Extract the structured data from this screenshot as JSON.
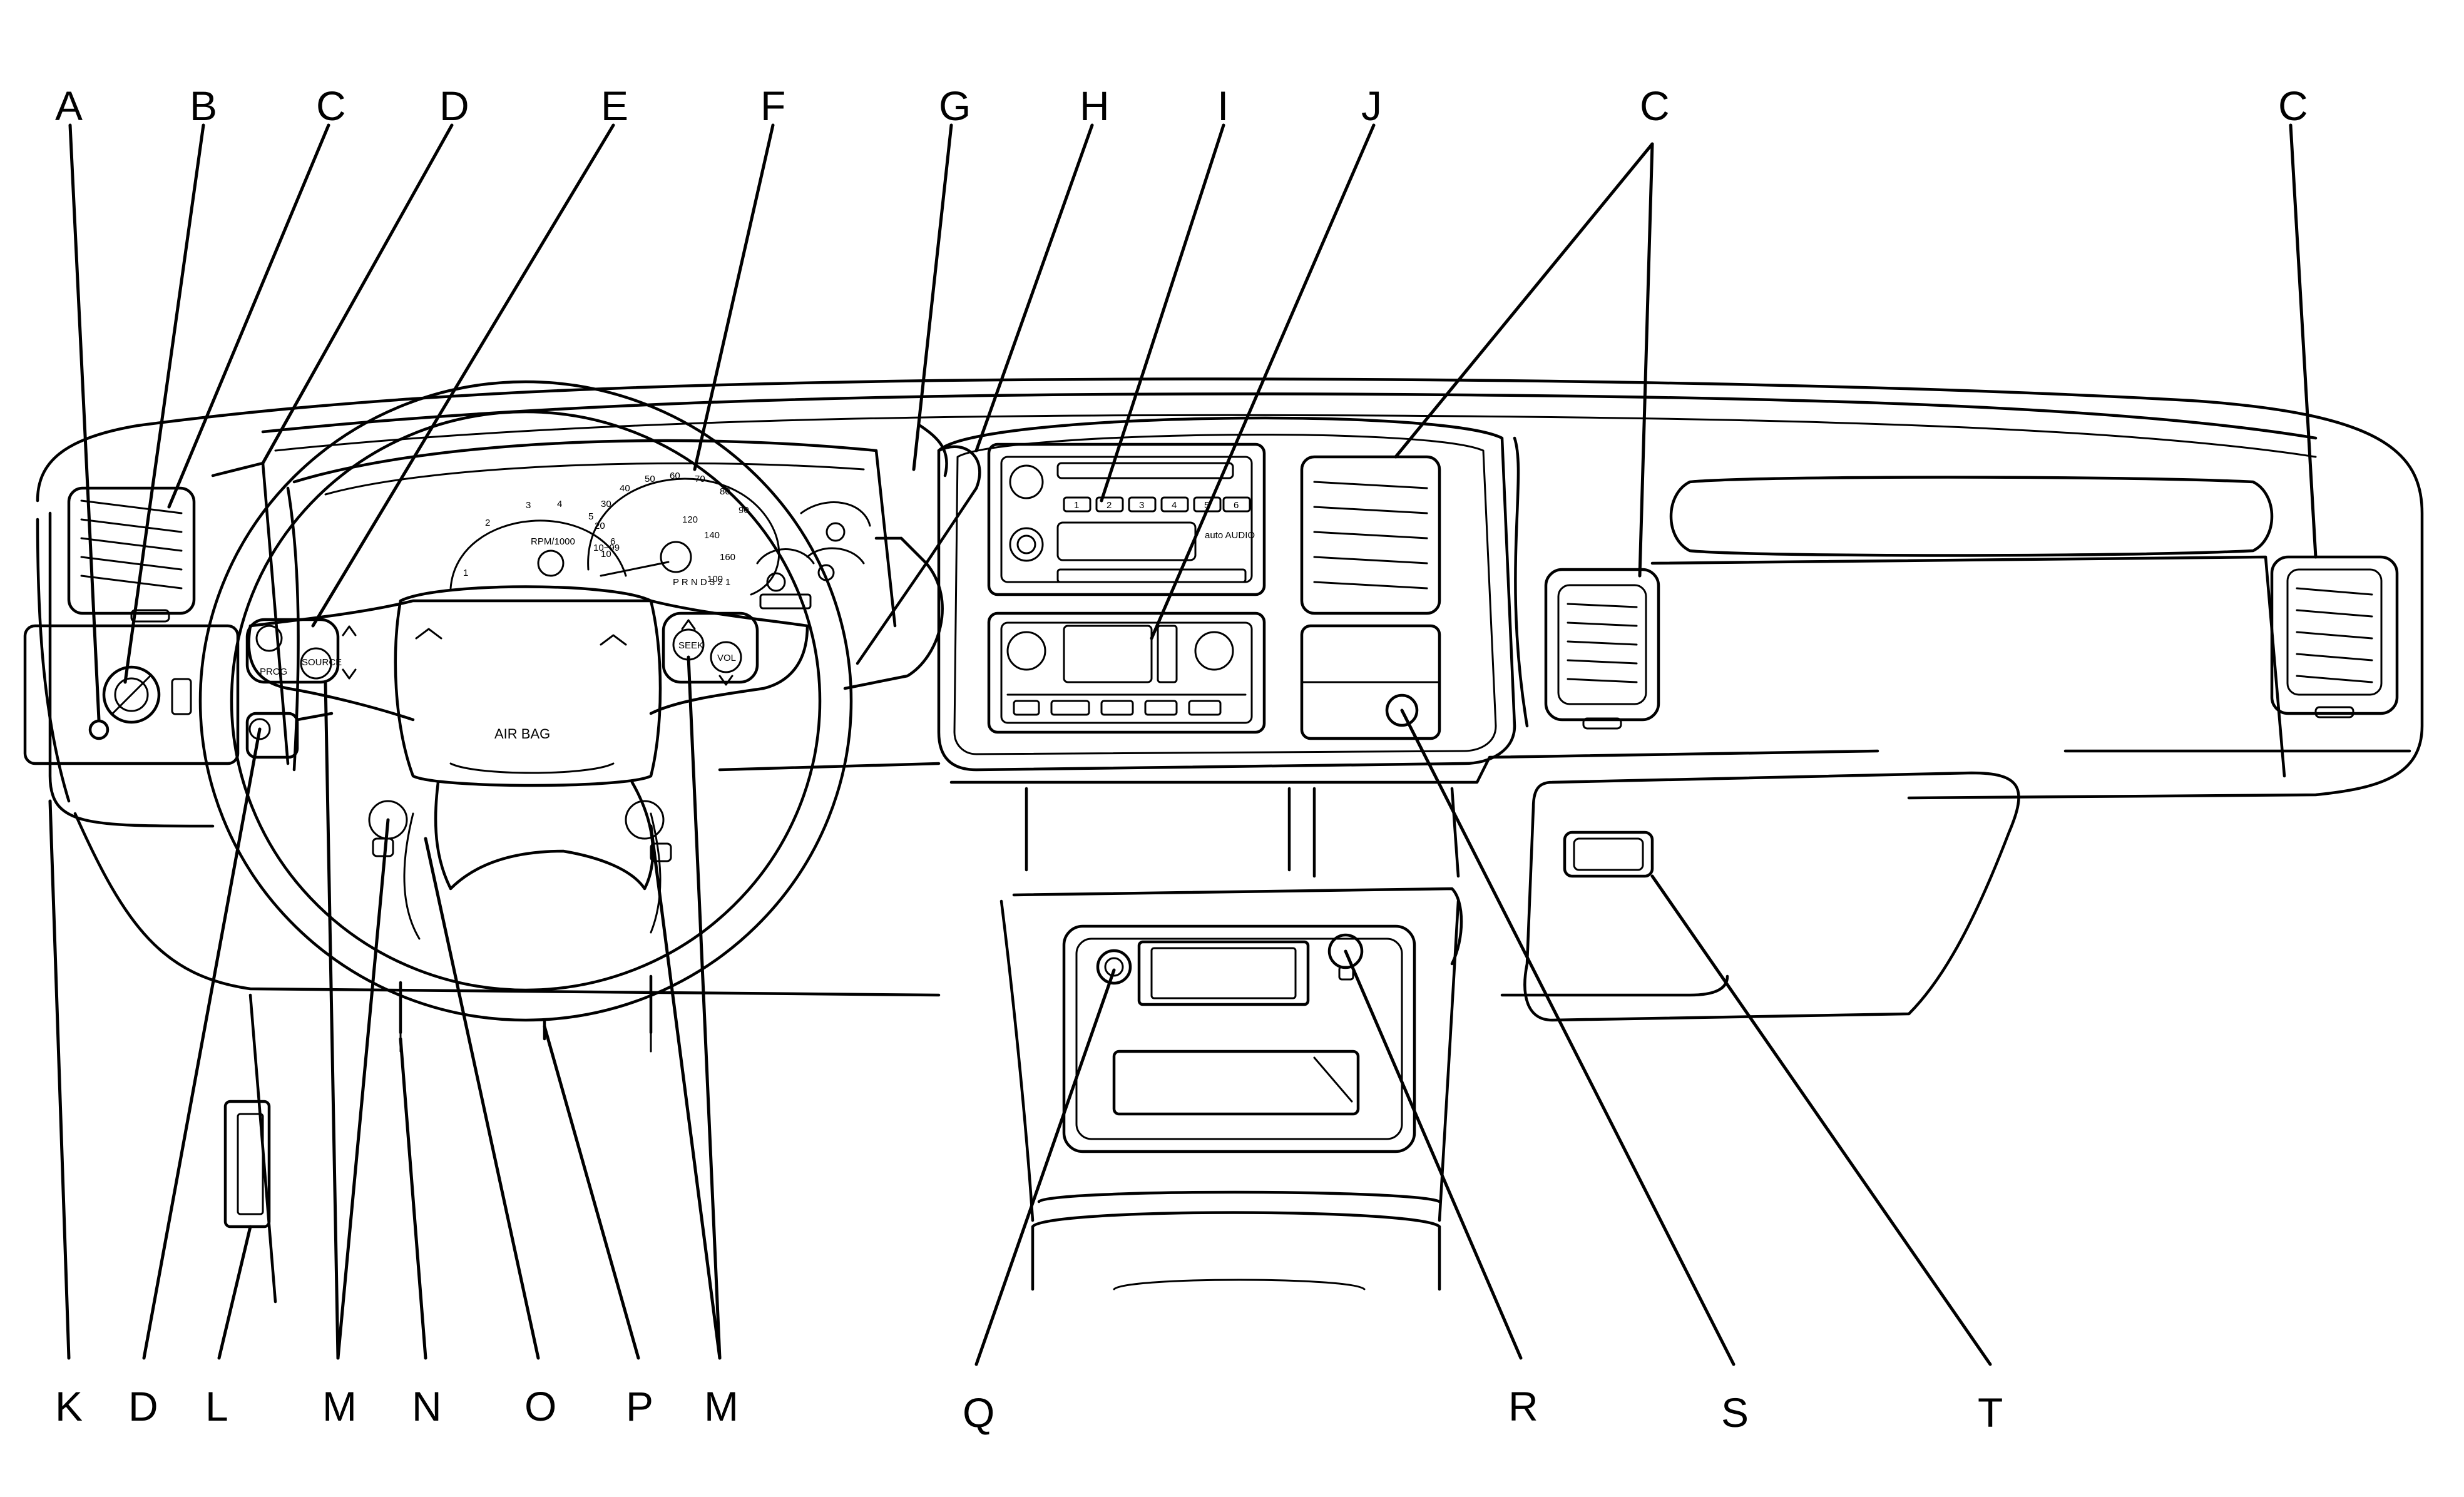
{
  "callouts_top": [
    "A",
    "B",
    "C",
    "D",
    "E",
    "F",
    "G",
    "H",
    "I",
    "J",
    "C",
    "C"
  ],
  "callouts_bottom": [
    "K",
    "D",
    "L",
    "M",
    "N",
    "O",
    "P",
    "M",
    "Q",
    "R",
    "S",
    "T"
  ],
  "steering_wheel": {
    "airbag_label": "AIR BAG",
    "left_controls": {
      "source_label": "SOURCE",
      "prog_label": "PROG"
    },
    "right_controls": {
      "seek_label": "SEEK",
      "vol_label": "VOL"
    }
  },
  "instrument_cluster": {
    "tachometer_label": "RPM/1000",
    "tachometer_ticks": [
      "1",
      "2",
      "3",
      "4",
      "5",
      "6"
    ],
    "speedometer_ticks": [
      "10",
      "20",
      "30",
      "40",
      "50",
      "60",
      "70",
      "80",
      "90",
      "100",
      "120",
      "140",
      "160"
    ],
    "odometer_label": "10−99",
    "prndl": "P R N D 3 2 1"
  },
  "radio": {
    "preset_buttons": [
      "1",
      "2",
      "3",
      "4",
      "5",
      "6"
    ],
    "auto_audio_label": "auto AUDIO"
  }
}
